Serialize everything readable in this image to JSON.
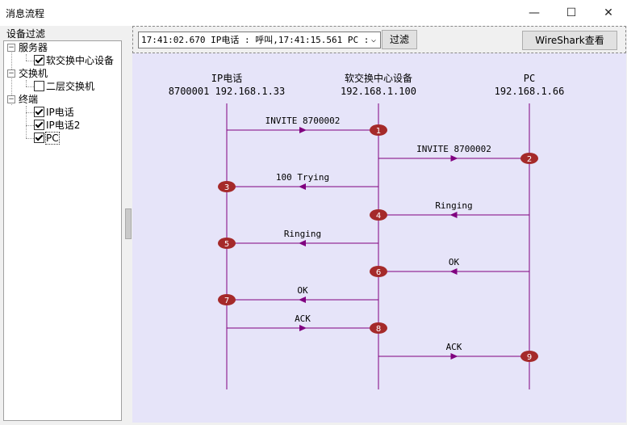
{
  "window": {
    "title": "消息流程",
    "minimize": "—",
    "maximize": "☐",
    "close": "✕"
  },
  "sidebar": {
    "heading": "设备过滤",
    "groups": [
      {
        "label": "服务器",
        "toggle": "−",
        "items": [
          {
            "label": "软交换中心设备",
            "checked": true
          }
        ]
      },
      {
        "label": "交换机",
        "toggle": "−",
        "items": [
          {
            "label": "二层交换机",
            "checked": false
          }
        ]
      },
      {
        "label": "终端",
        "toggle": "−",
        "items": [
          {
            "label": "IP电话",
            "checked": true
          },
          {
            "label": "IP电话2",
            "checked": true
          },
          {
            "label": "PC",
            "checked": true
          }
        ]
      }
    ]
  },
  "toolbar": {
    "combo_value": "17:41:02.670 IP电话 : 呼叫,17:41:15.561 PC : 呼",
    "combo_arrow": "⌵",
    "filter_label": "过滤",
    "wireshark_label": "WireShark查看"
  },
  "diagram": {
    "bg": "#e6e4f9",
    "line_color": "#800080",
    "badge_color": "#a52a2a",
    "entities": [
      {
        "name": "IP电话",
        "detail": "8700001 192.168.1.33"
      },
      {
        "name": "软交换中心设备",
        "detail": "192.168.1.100"
      },
      {
        "name": "PC",
        "detail": "192.168.1.66"
      }
    ],
    "messages": [
      {
        "num": "1",
        "label": "INVITE 8700002",
        "from": 0,
        "to": 1
      },
      {
        "num": "2",
        "label": "INVITE 8700002",
        "from": 1,
        "to": 2
      },
      {
        "num": "3",
        "label": "100 Trying",
        "from": 1,
        "to": 0
      },
      {
        "num": "4",
        "label": "Ringing",
        "from": 2,
        "to": 1
      },
      {
        "num": "5",
        "label": "Ringing",
        "from": 1,
        "to": 0
      },
      {
        "num": "6",
        "label": "OK",
        "from": 2,
        "to": 1
      },
      {
        "num": "7",
        "label": "OK",
        "from": 1,
        "to": 0
      },
      {
        "num": "8",
        "label": "ACK",
        "from": 0,
        "to": 1
      },
      {
        "num": "9",
        "label": "ACK",
        "from": 1,
        "to": 2
      }
    ]
  }
}
